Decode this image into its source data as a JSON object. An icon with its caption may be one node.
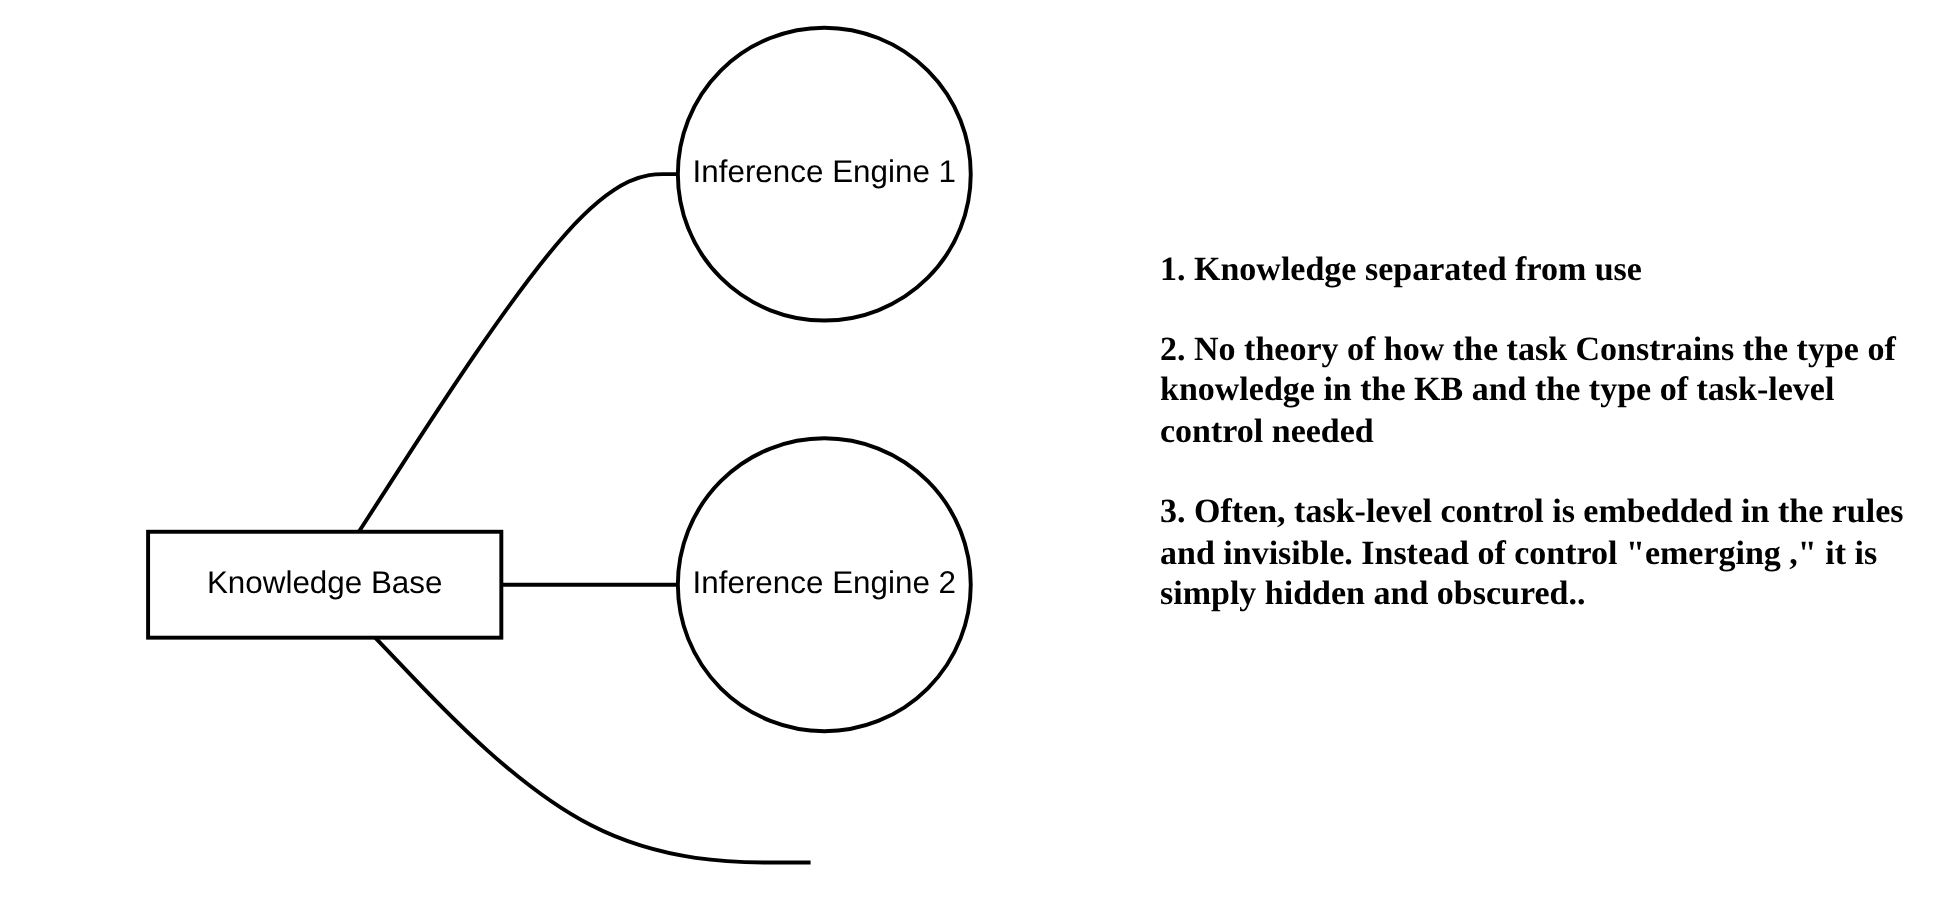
{
  "diagram": {
    "nodes": [
      {
        "text": [
          "Knowledge Base"
        ]
      },
      {
        "text": [
          "Inference Engine 1"
        ]
      },
      {
        "text": [
          "Inference Engine 2"
        ]
      }
    ],
    "edges": [
      {
        "from": 0,
        "to": 1,
        "arrow": "none"
      },
      {
        "from": 0,
        "to": 2,
        "arrow": "none"
      },
      {
        "from": 0,
        "to": null,
        "arrow": "none"
      }
    ],
    "labels": [
      "1. Knowledge separated from use",
      "2. No theory of how the task Constrains the type of knowledge in the KB and the type of task-level control needed",
      "3. Often, task-level control is embedded in the rules and invisible. Instead of control \"emerging ,\" it is simply hidden and obscured.."
    ]
  }
}
